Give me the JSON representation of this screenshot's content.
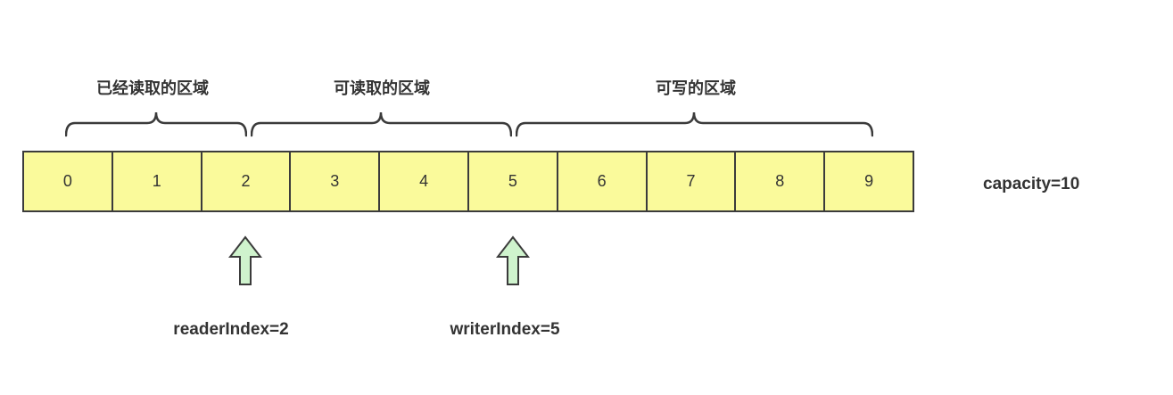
{
  "regions": [
    {
      "label": "已经读取的区域"
    },
    {
      "label": "可读取的区域"
    },
    {
      "label": "可写的区域"
    }
  ],
  "buffer": {
    "cells": [
      "0",
      "1",
      "2",
      "3",
      "4",
      "5",
      "6",
      "7",
      "8",
      "9"
    ],
    "capacity_label": "capacity=10"
  },
  "pointers": {
    "reader_label": "readerIndex=2",
    "writer_label": "writerIndex=5"
  },
  "colors": {
    "cell_fill": "#FAFA9B",
    "cell_border": "#3B3B3B",
    "brace_stroke": "#3B3B3B",
    "arrow_fill": "#CFF3CD",
    "arrow_border": "#3B3B3B",
    "text": "#333333"
  }
}
